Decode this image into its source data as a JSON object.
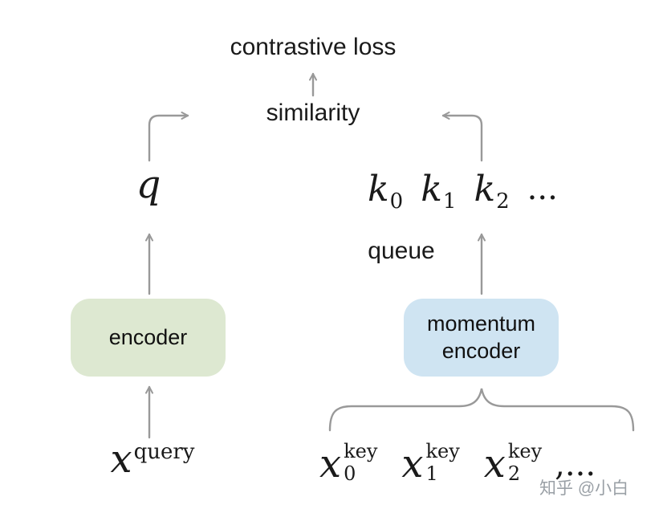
{
  "diagram": {
    "title": "contrastive loss",
    "similarity": "similarity",
    "q": "q",
    "keys": [
      {
        "base": "k",
        "sub": "0"
      },
      {
        "base": "k",
        "sub": "1"
      },
      {
        "base": "k",
        "sub": "2"
      }
    ],
    "keys_ellipsis": "...",
    "queue": "queue",
    "encoder_label": "encoder",
    "momentum_encoder": {
      "line1": "momentum",
      "line2": "encoder"
    },
    "x_query": {
      "base": "x",
      "sup": "query"
    },
    "x_keys": [
      {
        "base": "x",
        "sub": "0",
        "sup": "key"
      },
      {
        "base": "x",
        "sub": "1",
        "sup": "key"
      },
      {
        "base": "x",
        "sub": "2",
        "sup": "key"
      }
    ],
    "x_keys_ellipsis": ",...",
    "watermark": "知乎 @小白",
    "colors": {
      "encoder_bg": "#dde8d1",
      "momentum_encoder_bg": "#cfe4f2",
      "arrow": "#999999",
      "text": "#1a1a1a",
      "watermark": "#9aa0a6"
    }
  }
}
